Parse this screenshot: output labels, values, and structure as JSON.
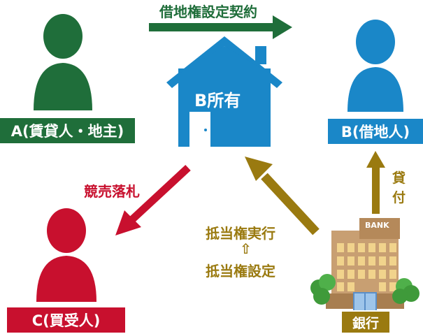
{
  "top_arrow": {
    "label": "借地権設定契約",
    "color": "#1f6e3a"
  },
  "house": {
    "label": "B所有",
    "color": "#1a87c8"
  },
  "party_a": {
    "label": "A(賃貸人・地主)",
    "color": "#1f6e3a"
  },
  "party_b": {
    "label": "B(借地人)",
    "color": "#1a87c8"
  },
  "party_c": {
    "label": "C(買受人)",
    "color": "#c8102e"
  },
  "auction": {
    "label": "競売落札",
    "color": "#c8102e"
  },
  "loan": {
    "line1": "貸",
    "line2": "付",
    "color": "#9a7a10"
  },
  "mortgage": {
    "line1": "抵当権実行",
    "arrow": "⇧",
    "line2": "抵当権設定",
    "color": "#9a7a10"
  },
  "bank": {
    "sign": "BANK",
    "label": "銀行",
    "color": "#9a7a10"
  }
}
